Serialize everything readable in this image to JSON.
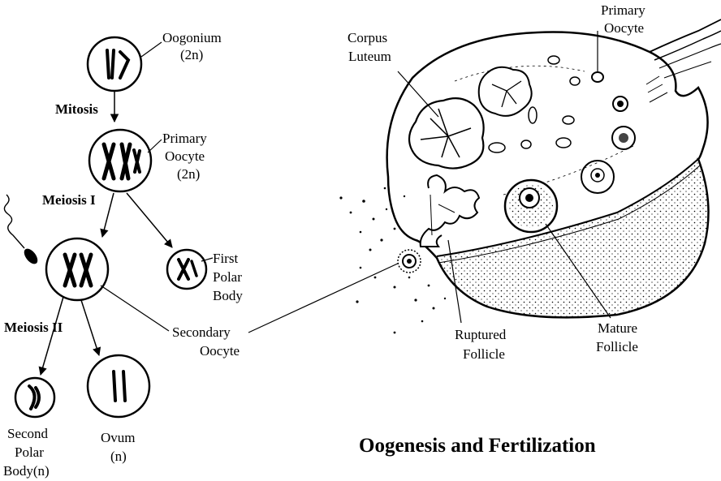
{
  "title": "Oogenesis and Fertilization",
  "stages": {
    "mitosis": "Mitosis",
    "meiosis1": "Meiosis I",
    "meiosis2": "Meiosis II"
  },
  "cells": {
    "oogonium": [
      "Oogonium",
      "(2n)"
    ],
    "primary_oocyte": [
      "Primary",
      "Oocyte",
      "(2n)"
    ],
    "first_polar_body": [
      "First",
      "Polar",
      "Body"
    ],
    "secondary_oocyte": [
      "Secondary",
      "Oocyte"
    ],
    "second_polar_body": [
      "Second",
      "Polar",
      "Body(n)"
    ],
    "ovum": [
      "Ovum",
      "(n)"
    ]
  },
  "ovary": {
    "corpus_luteum": [
      "Corpus",
      "Luteum"
    ],
    "primary_oocyte": [
      "Primary",
      "Oocyte"
    ],
    "ruptured_follicle": [
      "Ruptured",
      "Follicle"
    ],
    "mature_follicle": [
      "Mature",
      "Follicle"
    ]
  }
}
